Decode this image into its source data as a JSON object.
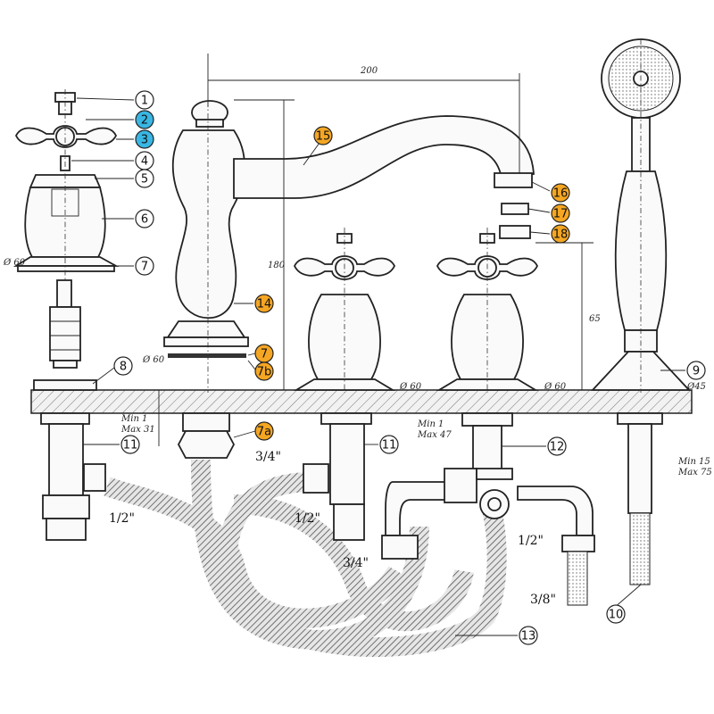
{
  "colors": {
    "callout_white": "#ffffff",
    "callout_blue": "#39b6e3",
    "callout_orange": "#f5a623",
    "callout_green": "#2fb34a",
    "line": "#222222"
  },
  "dimensions": {
    "spout_span": "200",
    "spout_height": "180",
    "outlet_height": "65",
    "base_diameter_left": "Ø 60",
    "base_diameter_spout": "Ø 60",
    "base_diameter_mid": "Ø 60",
    "base_diameter_right": "Ø 60",
    "shower_diameter": "Ø45",
    "deck_left": [
      "Min 1",
      "Max 31"
    ],
    "deck_mid": [
      "Min 1",
      "Max 47"
    ],
    "deck_right": [
      "Min 15",
      "Max 75"
    ]
  },
  "thread_labels": {
    "spout_inlet": "3/4\"",
    "left_valve": "1/2\"",
    "mid_valve": "1/2\"",
    "diverter_left": "3/4\"",
    "diverter_mid": "1/2\"",
    "diverter_right": "3/8\""
  },
  "callouts": [
    {
      "label": "1",
      "style": "white"
    },
    {
      "label": "2",
      "style": "blue"
    },
    {
      "label": "3",
      "style": "blue"
    },
    {
      "label": "4",
      "style": "white"
    },
    {
      "label": "5",
      "style": "white"
    },
    {
      "label": "6",
      "style": "white"
    },
    {
      "label": "7",
      "style": "white"
    },
    {
      "label": "8",
      "style": "white"
    },
    {
      "label": "9",
      "style": "white"
    },
    {
      "label": "10",
      "style": "white"
    },
    {
      "label": "11",
      "style": "white"
    },
    {
      "label": "11",
      "style": "white"
    },
    {
      "label": "12",
      "style": "white"
    },
    {
      "label": "13",
      "style": "white"
    },
    {
      "label": "14",
      "style": "orange"
    },
    {
      "label": "15",
      "style": "orange"
    },
    {
      "label": "16",
      "style": "orange"
    },
    {
      "label": "17",
      "style": "orange"
    },
    {
      "label": "18",
      "style": "orange"
    },
    {
      "label": "7",
      "style": "orange"
    },
    {
      "label": "7b",
      "style": "orange"
    },
    {
      "label": "7a",
      "style": "orange"
    }
  ]
}
